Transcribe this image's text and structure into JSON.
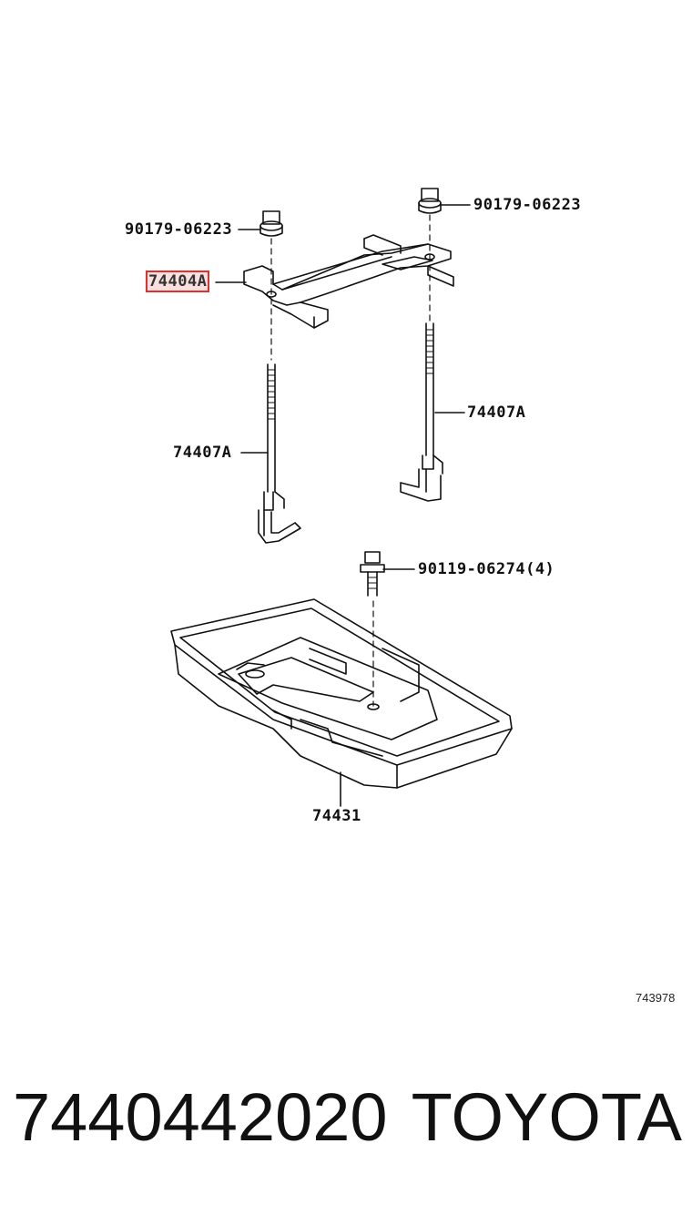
{
  "diagram": {
    "callouts": {
      "nut_left": "90179-06223",
      "nut_right": "90179-06223",
      "clamp": "74404A",
      "rod_right": "74407A",
      "rod_left": "74407A",
      "bolt": "90119-06274(4)",
      "tray": "74431"
    },
    "reference_number": "743978",
    "highlighted_part": "74404A"
  },
  "footer": {
    "part_number": "7440442020",
    "brand": "TOYOTA"
  }
}
